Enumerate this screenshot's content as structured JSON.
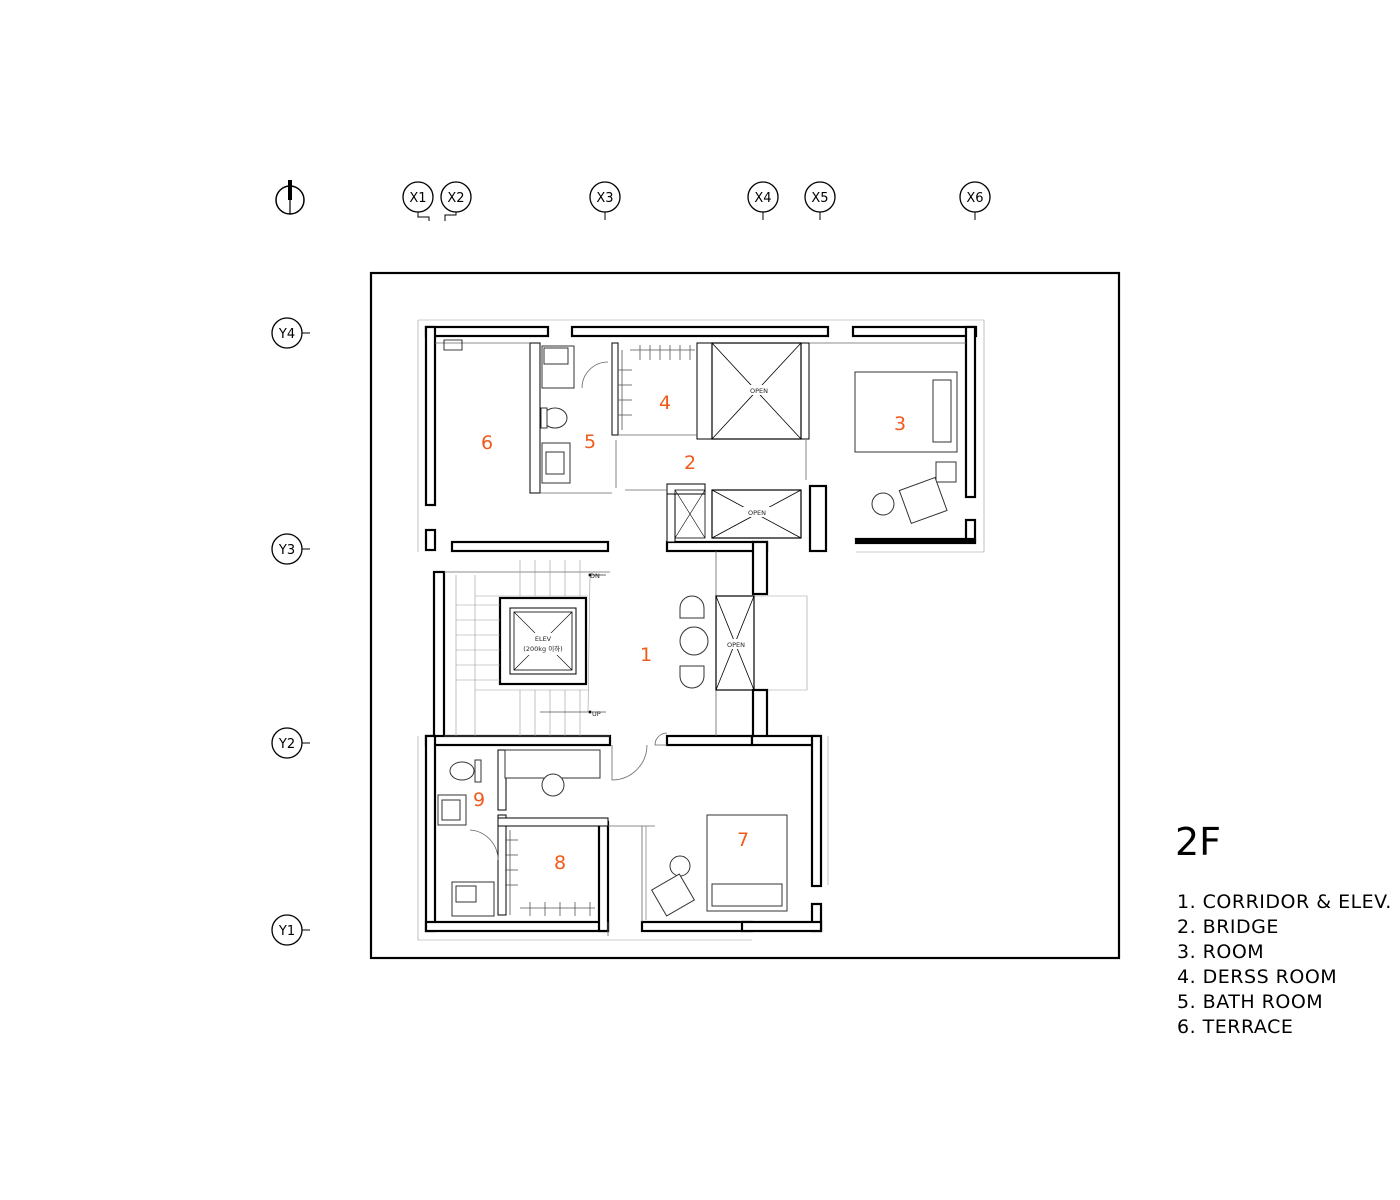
{
  "floor_label": "2F",
  "axes": {
    "x": [
      "X1",
      "X2",
      "X3",
      "X4",
      "X5",
      "X6"
    ],
    "y": [
      "Y4",
      "Y3",
      "Y2",
      "Y1"
    ]
  },
  "rooms": [
    "1",
    "2",
    "3",
    "4",
    "5",
    "6",
    "7",
    "8",
    "9"
  ],
  "annotations": {
    "open": "OPEN",
    "elev_line1": "ELEV",
    "elev_line2": "(200kg 이하)",
    "stair_down": "DN",
    "stair_up": "UP"
  },
  "legend": [
    "1. CORRIDOR & ELEV.",
    "2. BRIDGE",
    "3. ROOM",
    "4. DERSS ROOM",
    "5. BATH ROOM",
    "6. TERRACE"
  ],
  "colors": {
    "room_number": "#f05a1a",
    "line": "#000000"
  },
  "icons": [
    "north-arrow-icon"
  ]
}
